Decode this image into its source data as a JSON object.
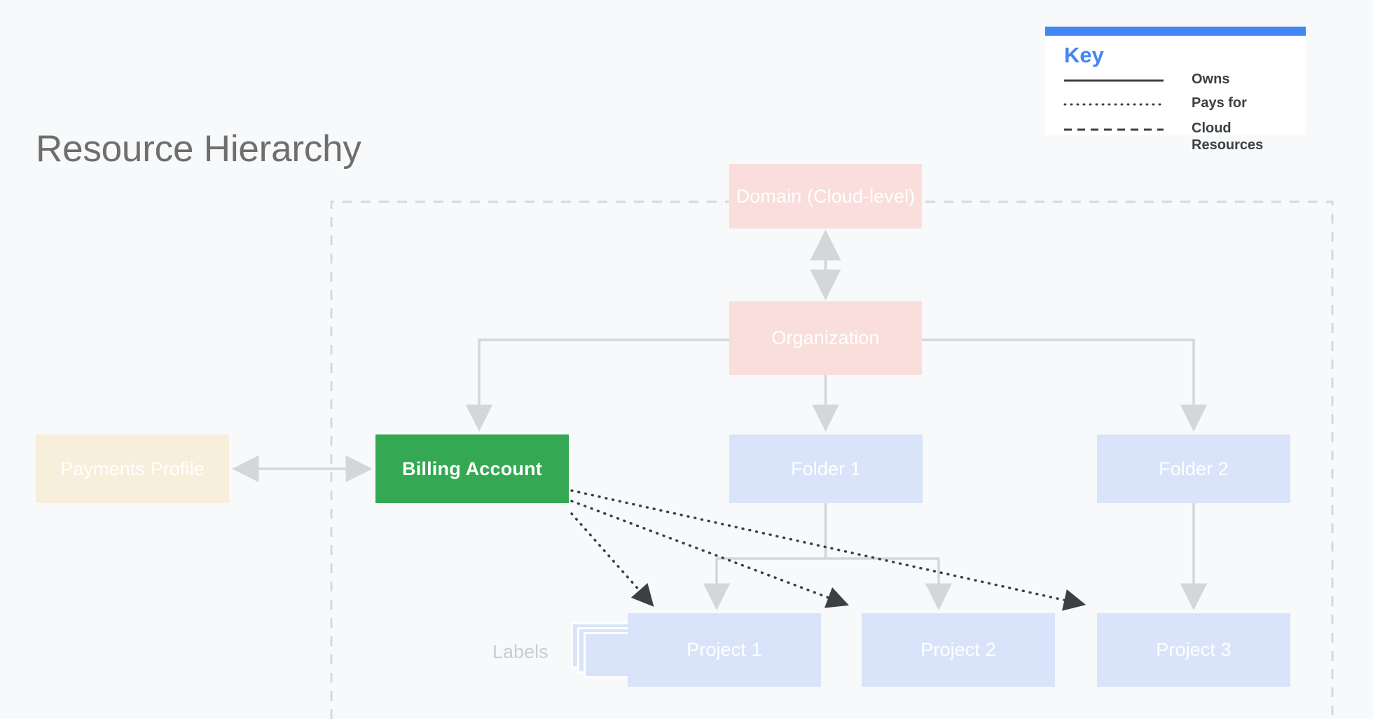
{
  "page": {
    "title": "Resource Hierarchy",
    "background_color": "#F7F9FA"
  },
  "legend": {
    "title": "Key",
    "accent_color": "#4285F4",
    "items": [
      {
        "id": "owns",
        "label": "Owns",
        "line_style": "solid",
        "icon": "solid-line-icon"
      },
      {
        "id": "pays_for",
        "label": "Pays for",
        "line_style": "dotted",
        "icon": "dotted-line-icon"
      },
      {
        "id": "cloud_resources",
        "label": "Cloud\nResources",
        "line_style": "dashed",
        "icon": "dashed-line-icon"
      }
    ]
  },
  "diagram": {
    "boundary_label": "Cloud Resources",
    "labels_caption": "Labels",
    "nodes": {
      "domain": {
        "label": "Domain (Cloud-level)",
        "color": "#F9DEDC"
      },
      "organization": {
        "label": "Organization",
        "color": "#F9DEDC"
      },
      "payments_profile": {
        "label": "Payments Profile",
        "color": "#F7EEDC"
      },
      "billing_account": {
        "label": "Billing Account",
        "color": "#34A853"
      },
      "folder1": {
        "label": "Folder 1",
        "color": "#D9E4FA"
      },
      "folder2": {
        "label": "Folder 2",
        "color": "#D9E4FA"
      },
      "project1": {
        "label": "Project 1",
        "color": "#D9E4FA"
      },
      "project2": {
        "label": "Project 2",
        "color": "#D9E4FA"
      },
      "project3": {
        "label": "Project 3",
        "color": "#D9E4FA"
      }
    },
    "edges": [
      {
        "from": "domain",
        "to": "organization",
        "type": "owns",
        "arrows": "both"
      },
      {
        "from": "organization",
        "to": "billing_account",
        "type": "owns",
        "arrows": "to"
      },
      {
        "from": "organization",
        "to": "folder1",
        "type": "owns",
        "arrows": "to"
      },
      {
        "from": "organization",
        "to": "folder2",
        "type": "owns",
        "arrows": "to"
      },
      {
        "from": "payments_profile",
        "to": "billing_account",
        "type": "owns",
        "arrows": "both"
      },
      {
        "from": "folder1",
        "to": "project1",
        "type": "owns",
        "arrows": "to"
      },
      {
        "from": "folder1",
        "to": "project2",
        "type": "owns",
        "arrows": "to"
      },
      {
        "from": "folder2",
        "to": "project3",
        "type": "owns",
        "arrows": "to"
      },
      {
        "from": "billing_account",
        "to": "project1",
        "type": "pays_for",
        "arrows": "to"
      },
      {
        "from": "billing_account",
        "to": "project2",
        "type": "pays_for",
        "arrows": "to"
      },
      {
        "from": "billing_account",
        "to": "project3",
        "type": "pays_for",
        "arrows": "to"
      }
    ]
  }
}
